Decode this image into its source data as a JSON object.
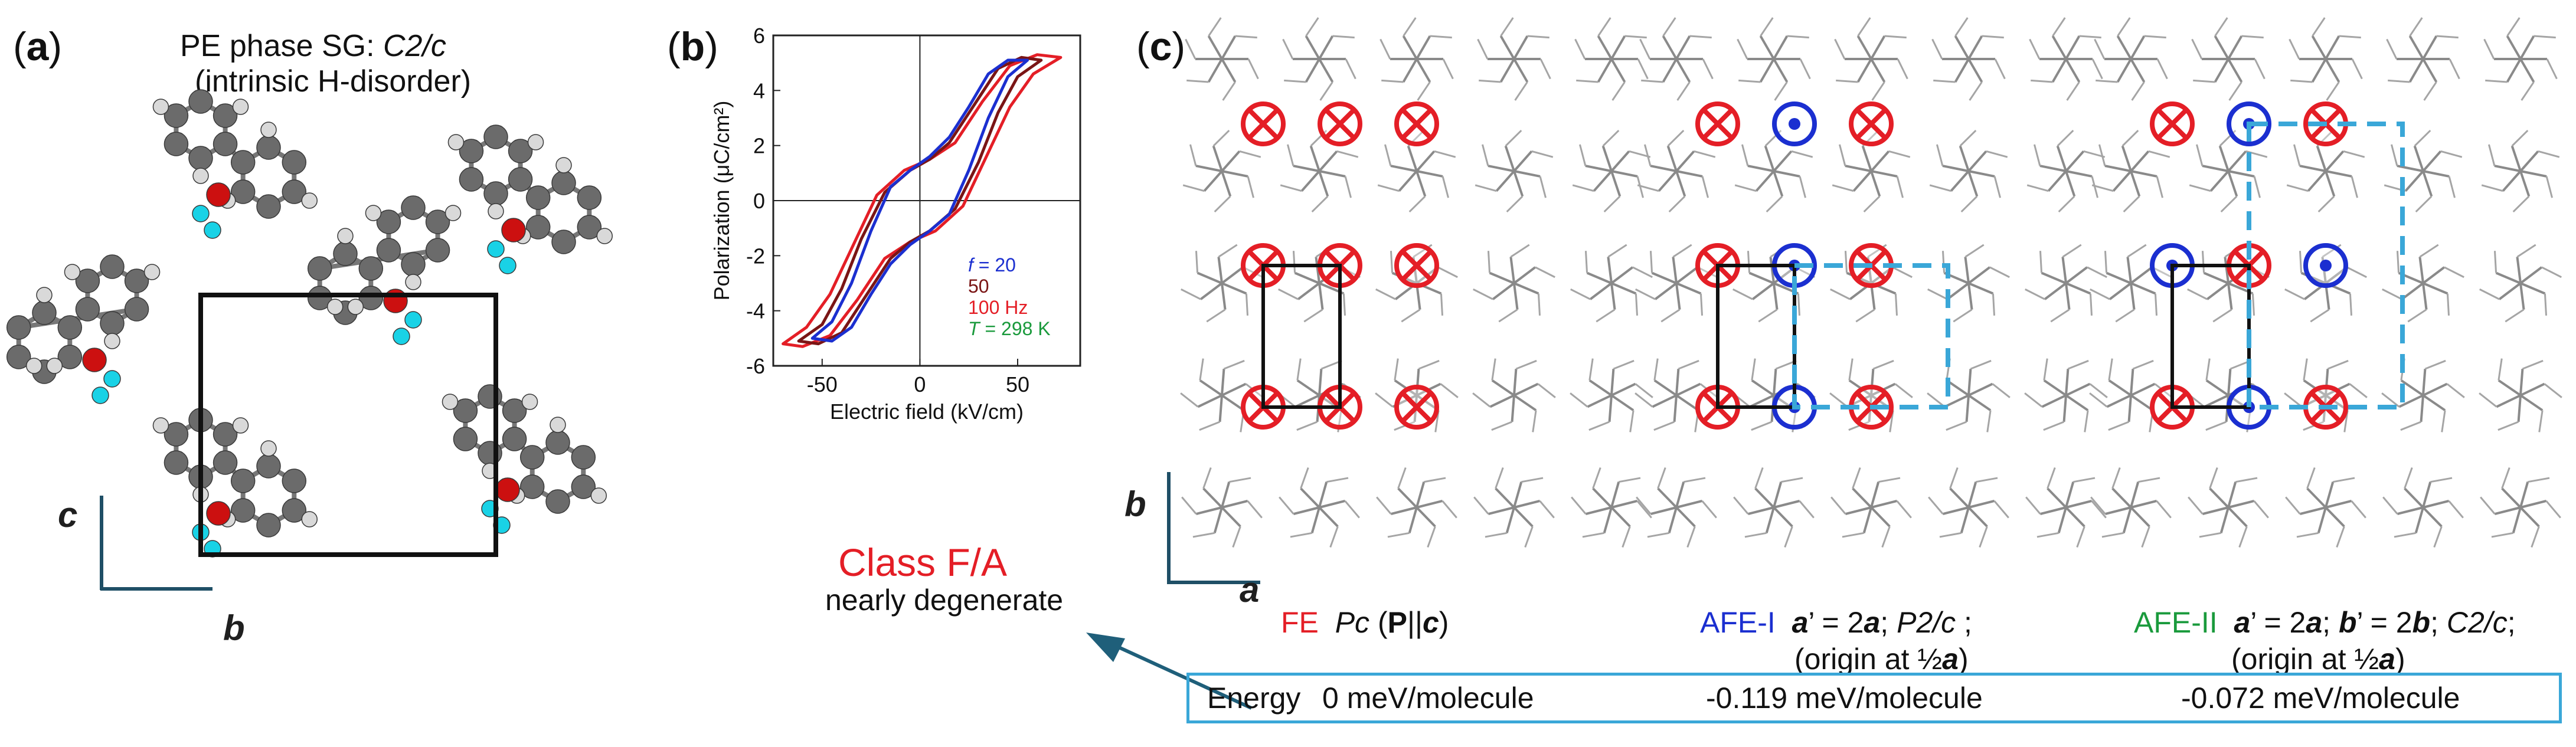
{
  "colors": {
    "fe_red": "#e41e26",
    "afe_blue": "#1b2fd0",
    "afe_green": "#1a9a3c",
    "cell_dash": "#3aa7d8",
    "hydrogen_cyan": "#19d2e6",
    "oxygen_red": "#cc1010",
    "carbon_gray": "#6a6a6a",
    "arrow_teal": "#1f5f7a"
  },
  "panel_a": {
    "label": "a",
    "title_line1_prefix": "PE phase  SG: ",
    "title_line1_group": "C2/c",
    "title_line2": "(intrinsic H-disorder)",
    "axis_vertical": "c",
    "axis_horizontal": "b"
  },
  "panel_b": {
    "label": "b",
    "legend": {
      "f_prefix": "f",
      "f_eq": " = 20",
      "f2": "50",
      "f3": "100 Hz",
      "t_prefix": "T",
      "t_eq": " =  298 K"
    }
  },
  "panel_c": {
    "label": "c",
    "axis_vertical": "b",
    "axis_horizontal": "a",
    "fe": {
      "name": "FE",
      "group": "Pc",
      "polar_open": " (",
      "polar_P": "P",
      "polar_mid": "||",
      "polar_c": "c",
      "polar_close": ")"
    },
    "afe1": {
      "name": "AFE-I",
      "cell_a": "a",
      "cell_eq": "’ = 2",
      "cell_a2": "a",
      "sep": "; ",
      "group": "P2/c",
      "tail": " ;",
      "origin_prefix": "(origin at ½",
      "origin_a": "a",
      "origin_close": ")"
    },
    "afe2": {
      "name": "AFE-II",
      "cell_a": "a",
      "cell_eq": "’ = 2",
      "cell_a2": "a",
      "sep1": "; ",
      "cell_b": "b",
      "cell_eq_b": "’ = 2",
      "cell_b2": "b",
      "sep2": "; ",
      "group": "C2/c",
      "tail": ";",
      "origin_prefix": "(origin at ½",
      "origin_a": "a",
      "origin_close": ")"
    },
    "class_title": "Class F/A",
    "class_subtitle": "nearly degenerate",
    "energy": {
      "label": "Energy",
      "fe_value": "0 meV/molecule",
      "afe1_value": "-0.119 meV/molecule",
      "afe2_value": "-0.072 meV/molecule"
    }
  },
  "chart_data": {
    "type": "line",
    "xlabel": "Electric field (kV/cm)",
    "ylabel": "Polarization (μC/cm²)",
    "xlim": [
      -75,
      82
    ],
    "ylim": [
      -6,
      6
    ],
    "xticks": [
      -50,
      0,
      50
    ],
    "yticks": [
      -6,
      -4,
      -2,
      0,
      2,
      4,
      6
    ],
    "series": [
      {
        "name": "f = 20",
        "color": "#1b2fd0",
        "upper": [
          [
            -55,
            -5.0
          ],
          [
            -45,
            -4.4
          ],
          [
            -35,
            -3.0
          ],
          [
            -25,
            -1.1
          ],
          [
            -15,
            0.5
          ],
          [
            -5,
            1.1
          ],
          [
            5,
            1.6
          ],
          [
            15,
            2.3
          ],
          [
            25,
            3.4
          ],
          [
            35,
            4.6
          ],
          [
            45,
            5.1
          ],
          [
            55,
            5.1
          ]
        ],
        "lower": [
          [
            55,
            5.1
          ],
          [
            45,
            4.5
          ],
          [
            35,
            3.0
          ],
          [
            25,
            1.1
          ],
          [
            15,
            -0.5
          ],
          [
            5,
            -1.1
          ],
          [
            -5,
            -1.6
          ],
          [
            -15,
            -2.3
          ],
          [
            -25,
            -3.4
          ],
          [
            -35,
            -4.6
          ],
          [
            -45,
            -5.1
          ],
          [
            -55,
            -5.0
          ]
        ]
      },
      {
        "name": "50",
        "color": "#7a1515",
        "upper": [
          [
            -62,
            -5.1
          ],
          [
            -50,
            -4.5
          ],
          [
            -40,
            -3.2
          ],
          [
            -30,
            -1.4
          ],
          [
            -18,
            0.3
          ],
          [
            -5,
            1.1
          ],
          [
            5,
            1.5
          ],
          [
            15,
            2.1
          ],
          [
            28,
            3.5
          ],
          [
            40,
            4.8
          ],
          [
            52,
            5.2
          ],
          [
            62,
            5.1
          ]
        ],
        "lower": [
          [
            62,
            5.1
          ],
          [
            50,
            4.5
          ],
          [
            40,
            3.2
          ],
          [
            30,
            1.4
          ],
          [
            18,
            -0.3
          ],
          [
            5,
            -1.1
          ],
          [
            -5,
            -1.5
          ],
          [
            -15,
            -2.1
          ],
          [
            -28,
            -3.5
          ],
          [
            -40,
            -4.8
          ],
          [
            -52,
            -5.2
          ],
          [
            -62,
            -5.1
          ]
        ]
      },
      {
        "name": "100 Hz",
        "color": "#e41e26",
        "upper": [
          [
            -70,
            -5.2
          ],
          [
            -58,
            -4.6
          ],
          [
            -46,
            -3.4
          ],
          [
            -34,
            -1.6
          ],
          [
            -22,
            0.2
          ],
          [
            -8,
            1.1
          ],
          [
            5,
            1.5
          ],
          [
            18,
            2.1
          ],
          [
            32,
            3.6
          ],
          [
            46,
            4.9
          ],
          [
            60,
            5.3
          ],
          [
            72,
            5.2
          ]
        ],
        "lower": [
          [
            72,
            5.2
          ],
          [
            58,
            4.6
          ],
          [
            46,
            3.4
          ],
          [
            34,
            1.6
          ],
          [
            22,
            -0.2
          ],
          [
            8,
            -1.1
          ],
          [
            -5,
            -1.5
          ],
          [
            -18,
            -2.1
          ],
          [
            -32,
            -3.6
          ],
          [
            -46,
            -4.9
          ],
          [
            -60,
            -5.3
          ],
          [
            -70,
            -5.2
          ]
        ]
      }
    ]
  }
}
